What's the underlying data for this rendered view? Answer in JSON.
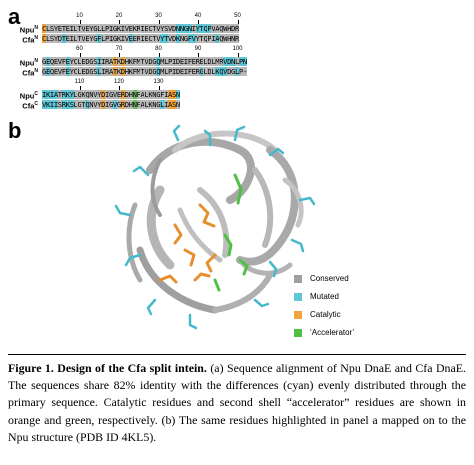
{
  "panels": {
    "a": "a",
    "b": "b"
  },
  "alignment": {
    "blocks": [
      {
        "ruler": [
          "10",
          "20",
          "30",
          "40",
          "50"
        ],
        "rows": [
          {
            "name": "Npu",
            "sup": "N",
            "seq": "CLSYETEILTVEYGLLPIGKIVEKRIECTVYSVDNNGNIYTQPVAQWHDR",
            "colors": "ogggggggggggggggggggggggggggggggggccccgccccggggggggg"
          },
          {
            "name": "Cfa",
            "sup": "N",
            "seq": "CLSYDTEILTVEYGFLPIGKIVEERIECTVYTVDKNGFVYTQPIAQWHNR",
            "colors": "oggggcggggggggcgggggggcgggggggccggcggccgggggcgggggcg"
          }
        ]
      },
      {
        "ruler": [
          "60",
          "70",
          "80",
          "90",
          "100"
        ],
        "rows": [
          {
            "name": "Npu",
            "sup": "N",
            "seq": "GEQEVFEYCLEDGSIIRATKDHKFMTVDGQMLPIDEIFERELDLMRVDNLPN",
            "colors": "gcggggcgggggggcgggogoggggggggcggggggggggggggggcccgcc"
          },
          {
            "name": "Cfa",
            "sup": "N",
            "seq": "GEQEVFEYCLEDGSLIRATKDHKFMTVDGQMLPIDEIFERGLDLKQVDGLP-",
            "colors": "gcggggcgggggggcgggogoggggggggcggggggggggcgggcccggcgg"
          }
        ]
      },
      {
        "ruler": [
          "110",
          "120",
          "130"
        ],
        "rows": [
          {
            "name": "Npu",
            "sup": "C",
            "seq": "IKIATRKYLGKQNVYDIGVERDHNFALKNGFIASN",
            "colors": "ccccgcccgggggggoggggoggnggggggggoocg"
          },
          {
            "name": "Cfa",
            "sup": "C",
            "seq": "VKIISRKSLGTQNVYDIGVGRDHNFALKNGLIASN",
            "colors": "ccccgcccgggcgggoggcgoggnggggggcgoog"
          }
        ]
      }
    ]
  },
  "legend": [
    {
      "label": "Conserved",
      "color": "#9e9e9e"
    },
    {
      "label": "Mutated",
      "color": "#5ec6d6"
    },
    {
      "label": "Catalytic",
      "color": "#f2a33a"
    },
    {
      "label": "‘Accelerator’",
      "color": "#4fbf45"
    }
  ],
  "caption": {
    "head": "Figure 1. Design of the Cfa split intein.",
    "body": " (a) Sequence alignment of Npu DnaE and Cfa DnaE. The sequences share 82% identity with the differences (cyan) evenly distributed through the primary sequence. Catalytic residues and second shell “accelerator” residues are shown in orange and green, respectively. (b) The same residues highlighted in panel a mapped on to the Npu structure (PDB ID 4KL5)."
  }
}
